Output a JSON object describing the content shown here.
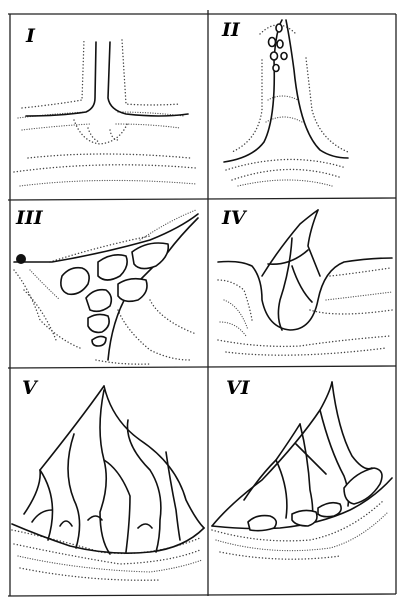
{
  "panels": [
    {
      "id": "I",
      "label": "I"
    },
    {
      "id": "II",
      "label": "II"
    },
    {
      "id": "III",
      "label": "III"
    },
    {
      "id": "IV",
      "label": "IV"
    },
    {
      "id": "V",
      "label": "V"
    },
    {
      "id": "VI",
      "label": "VI"
    }
  ]
}
